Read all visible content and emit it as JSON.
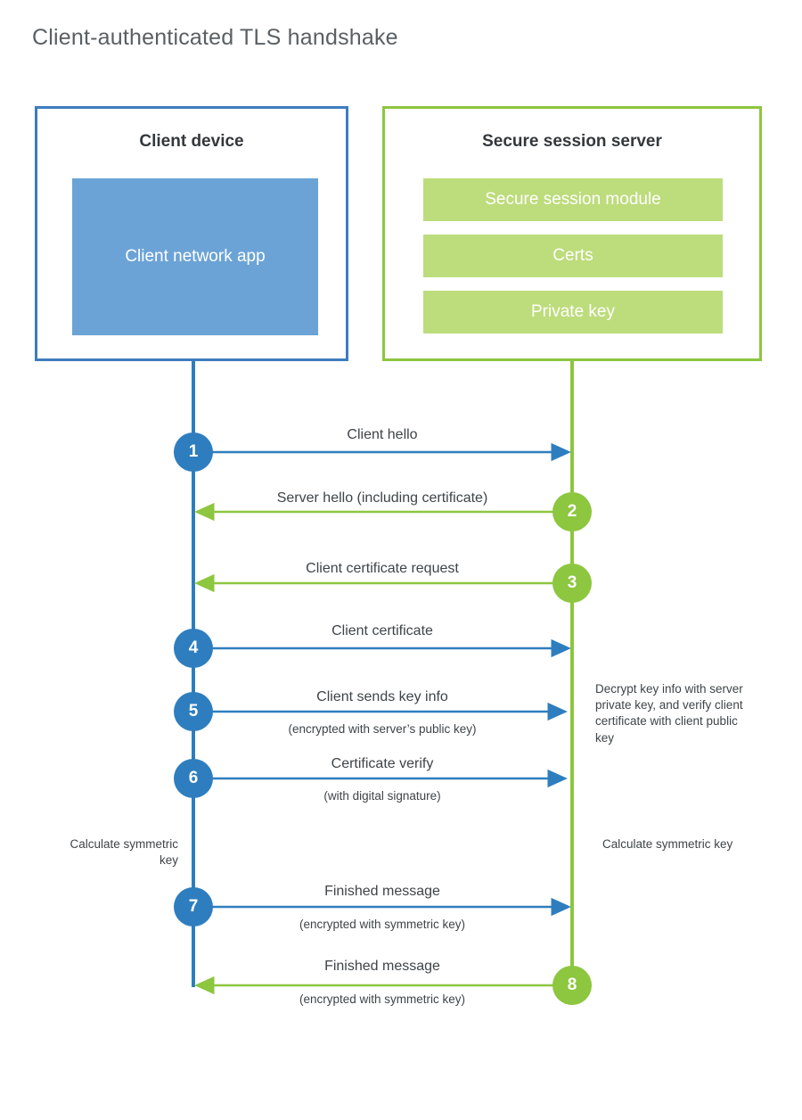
{
  "title": "Client-authenticated TLS handshake",
  "colors": {
    "client_border": "#3e7cbf",
    "client_fill": "#6ba3d6",
    "client_accent": "#2e7ebf",
    "server_border": "#8dc63f",
    "server_fill": "#bddc7c",
    "server_accent": "#8dc63f",
    "text": "#3f4448",
    "title_text": "#5a5f63",
    "background": "#ffffff"
  },
  "actors": {
    "client": {
      "title": "Client device",
      "blocks": [
        {
          "label": "Client network app"
        }
      ]
    },
    "server": {
      "title": "Secure session server",
      "blocks": [
        {
          "label": "Secure session module"
        },
        {
          "label": "Certs"
        },
        {
          "label": "Private key"
        }
      ]
    }
  },
  "steps": [
    {
      "number": "1",
      "label": "Client hello",
      "sub": "",
      "direction": "client-to-server",
      "origin": "client"
    },
    {
      "number": "2",
      "label": "Server hello (including certificate)",
      "sub": "",
      "direction": "server-to-client",
      "origin": "server"
    },
    {
      "number": "3",
      "label": "Client certificate request",
      "sub": "",
      "direction": "server-to-client",
      "origin": "server"
    },
    {
      "number": "4",
      "label": "Client certificate",
      "sub": "",
      "direction": "client-to-server",
      "origin": "client"
    },
    {
      "number": "5",
      "label": "Client sends key info",
      "sub": "(encrypted with server’s public key)",
      "direction": "client-to-server",
      "origin": "client"
    },
    {
      "number": "6",
      "label": "Certificate verify",
      "sub": "(with digital signature)",
      "direction": "client-to-server",
      "origin": "client"
    },
    {
      "number": "7",
      "label": "Finished message",
      "sub": "(encrypted with symmetric key)",
      "direction": "client-to-server",
      "origin": "client"
    },
    {
      "number": "8",
      "label": "Finished message",
      "sub": "(encrypted with symmetric key)",
      "direction": "server-to-client",
      "origin": "server"
    }
  ],
  "notes": {
    "server_decrypt": "Decrypt key info with server private key, and verify client certificate with client public key",
    "client_calculate": "Calculate symmetric key",
    "server_calculate": "Calculate symmetric key"
  }
}
